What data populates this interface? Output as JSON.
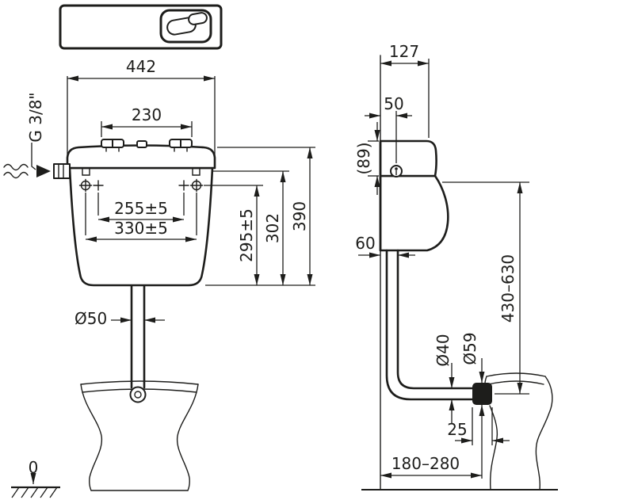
{
  "colors": {
    "ink": "#1d1d1b",
    "background": "#ffffff"
  },
  "logo": {
    "icon": "dual-flush-button-icon"
  },
  "front_view": {
    "dim_total_width": "442",
    "dim_button_span": "230",
    "inlet_thread": "G 3/8\"",
    "dim_fixing_inner": "255±5",
    "dim_fixing_outer": "330±5",
    "dim_fixing_height": "295±5",
    "dim_inlet_height": "302",
    "dim_total_height": "390",
    "dim_flush_pipe_diameter": "Ø50",
    "ground_reference": "0"
  },
  "side_view": {
    "dim_total_depth": "127",
    "dim_inlet_offset": "50",
    "dim_lid_height": "(89)",
    "dim_outlet_offset": "60",
    "dim_flush_pipe_height_range": "430–630",
    "dim_pipe_diameter": "Ø40",
    "dim_connector_diameter": "Ø59",
    "dim_connector_length": "25",
    "dim_outlet_distance_range": "180–280"
  }
}
